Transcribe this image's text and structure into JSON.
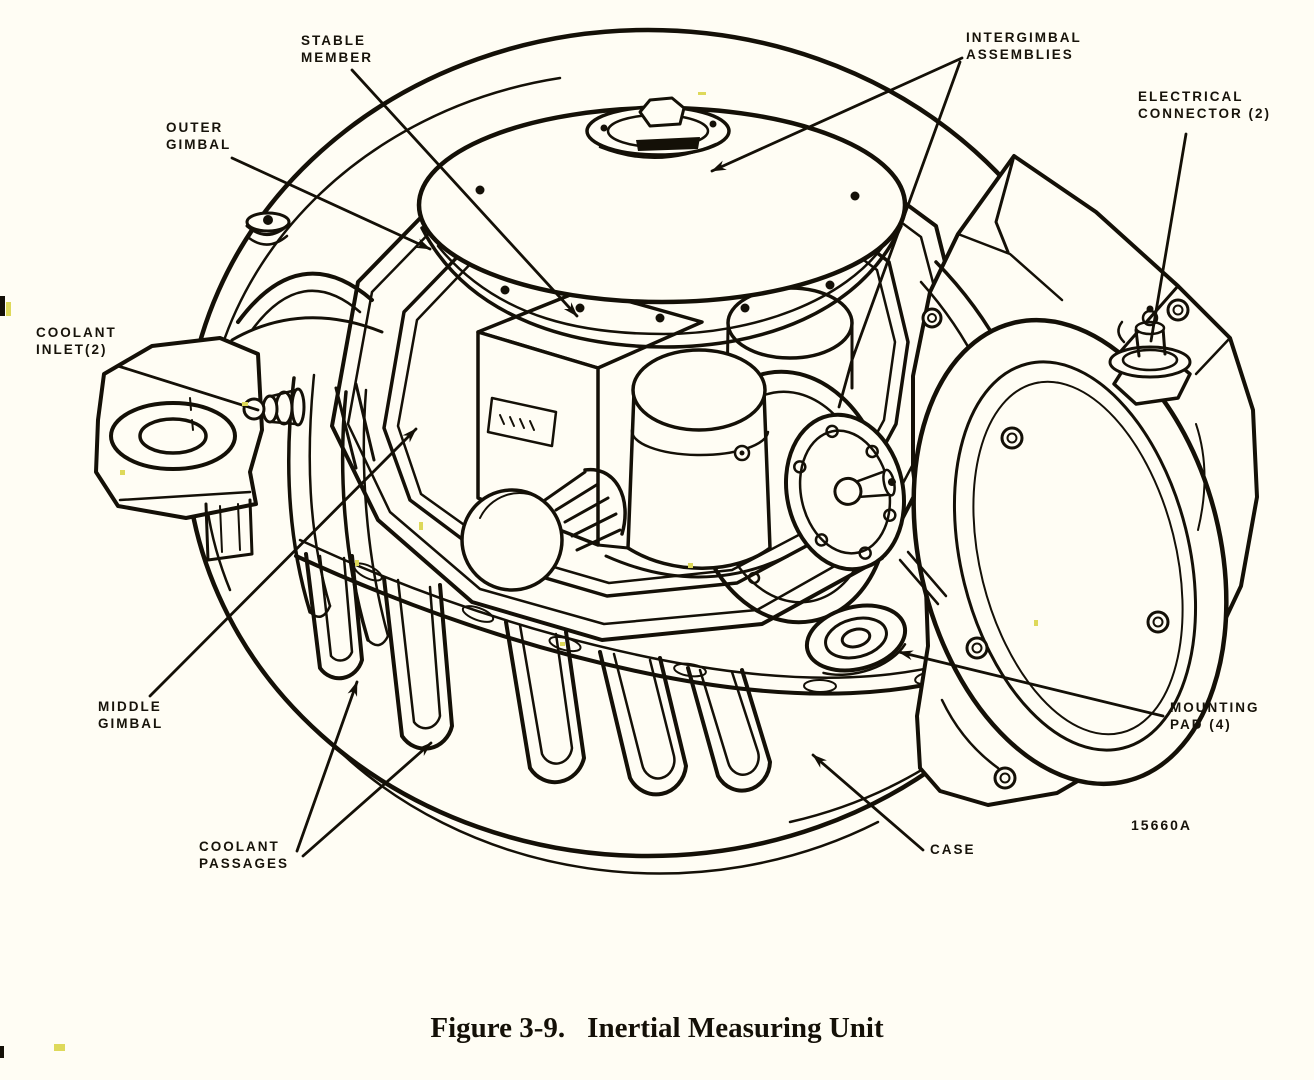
{
  "figure": {
    "caption_number": "Figure 3-9.",
    "caption_title": "Inertial Measuring Unit",
    "drawing_number": "15660A"
  },
  "labels": {
    "stable_member": "STABLE\nMEMBER",
    "outer_gimbal": "OUTER\nGIMBAL",
    "intergimbal_assemblies": "INTERGIMBAL\nASSEMBLIES",
    "electrical_connector": "ELECTRICAL\nCONNECTOR (2)",
    "coolant_inlet": "COOLANT\nINLET(2)",
    "middle_gimbal": "MIDDLE\nGIMBAL",
    "coolant_passages": "COOLANT\nPASSAGES",
    "mounting_pad": "MOUNTING\nPAD (4)",
    "case": "CASE"
  },
  "colors": {
    "ink": "#141007",
    "paper": "#fffdf4",
    "speck": "#ded95a"
  }
}
